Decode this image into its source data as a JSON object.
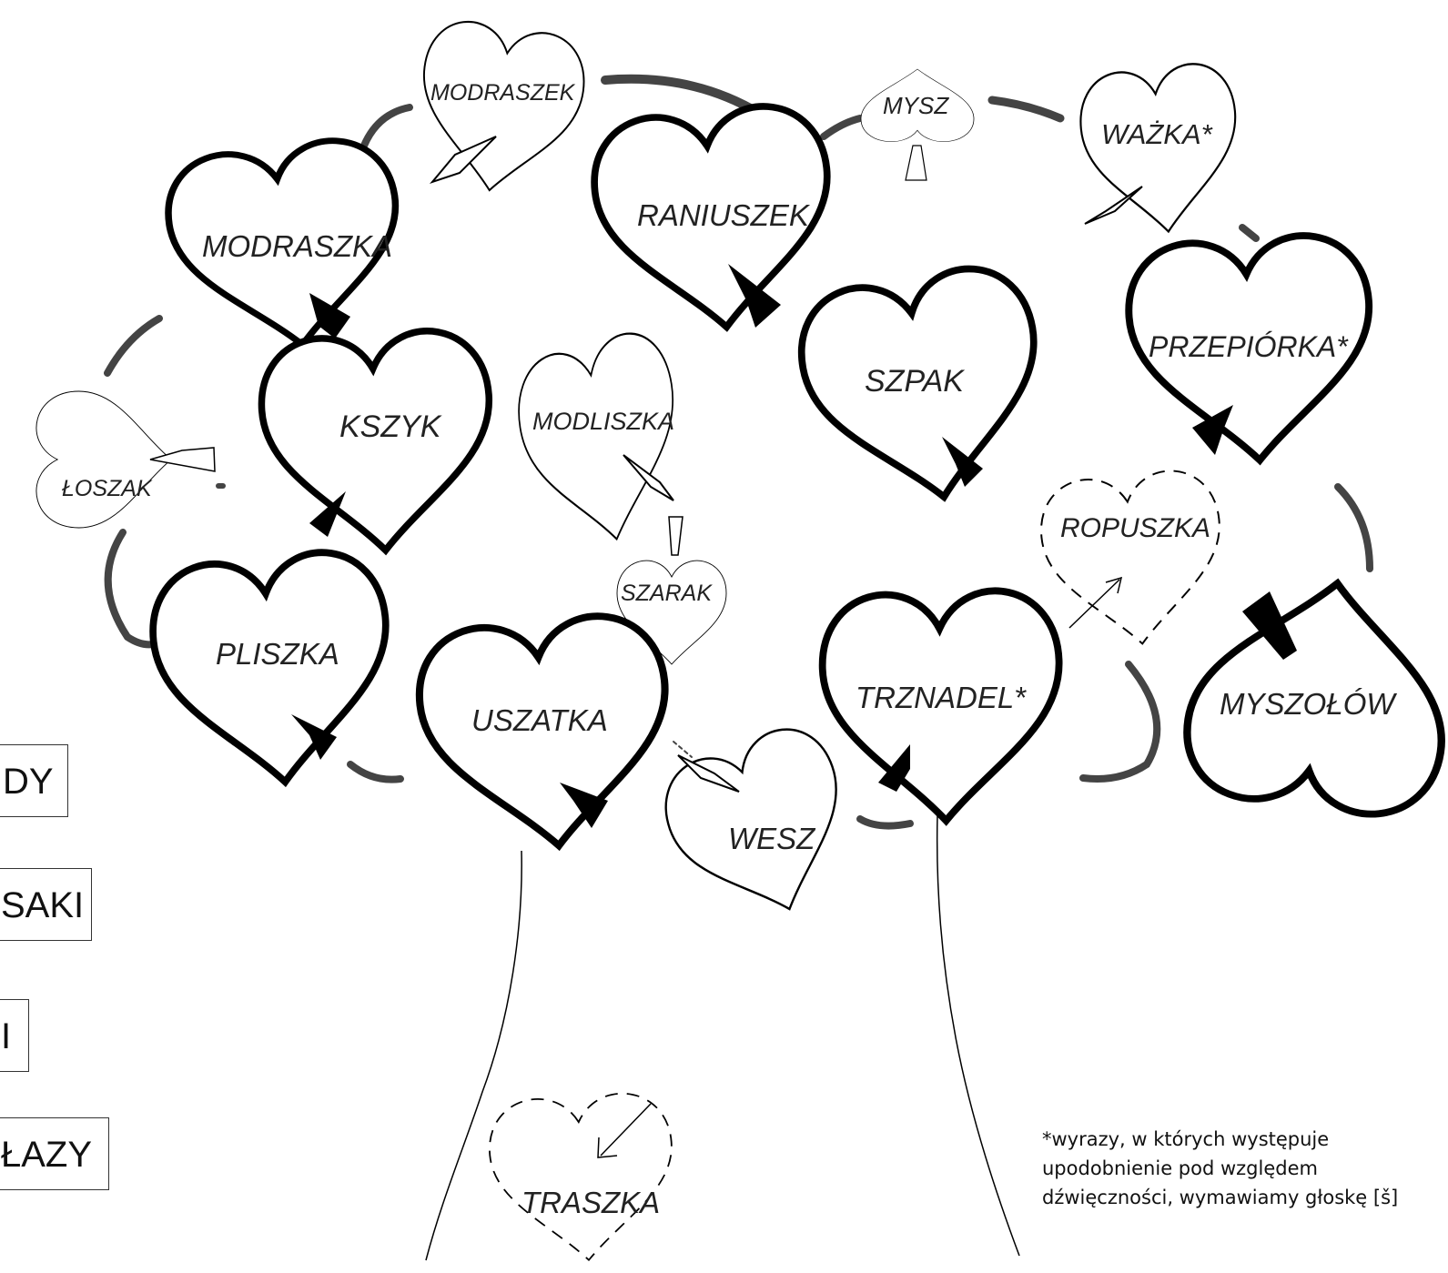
{
  "leaves": [
    {
      "id": "modraszek",
      "text": "MODRASZEK",
      "style": "thin"
    },
    {
      "id": "mysz",
      "text": "MYSZ",
      "style": "thin"
    },
    {
      "id": "wazka",
      "text": "WAŻKA*",
      "style": "thin"
    },
    {
      "id": "modraszka",
      "text": "MODRASZKA",
      "style": "thick"
    },
    {
      "id": "raniuszek",
      "text": "RANIUSZEK",
      "style": "thick"
    },
    {
      "id": "przepiorka",
      "text": "PRZEPIÓRKA*",
      "style": "thick"
    },
    {
      "id": "kszyk",
      "text": "KSZYK",
      "style": "thick"
    },
    {
      "id": "modliszka",
      "text": "MODLISZKA",
      "style": "thin"
    },
    {
      "id": "szpak",
      "text": "SZPAK",
      "style": "thick"
    },
    {
      "id": "loszak",
      "text": "ŁOSZAK",
      "style": "thin"
    },
    {
      "id": "ropuszka",
      "text": "ROPUSZKA",
      "style": "dashed"
    },
    {
      "id": "szarak",
      "text": "SZARAK",
      "style": "thin"
    },
    {
      "id": "pliszka",
      "text": "PLISZKA",
      "style": "thick"
    },
    {
      "id": "uszatka",
      "text": "USZATKA",
      "style": "thick"
    },
    {
      "id": "trznadel",
      "text": "TRZNADEL*",
      "style": "thick"
    },
    {
      "id": "myszolow",
      "text": "MYSZOŁÓW",
      "style": "thick"
    },
    {
      "id": "wesz",
      "text": "WESZ",
      "style": "thin"
    },
    {
      "id": "traszka",
      "text": "TRASZKA",
      "style": "dashed"
    }
  ],
  "legend": [
    {
      "id": "dy",
      "text": "DY"
    },
    {
      "id": "saki",
      "text": "SAKI"
    },
    {
      "id": "i",
      "text": "I"
    },
    {
      "id": "lazy",
      "text": "ŁAZY"
    }
  ],
  "footnote": {
    "line1": "*wyrazy, w których występuje",
    "line2": "upodobnienie pod względem",
    "line3": "dźwięczności, wymawiamy głoskę [š]"
  },
  "colors": {
    "ink": "#000000",
    "arc": "#444444",
    "text": "#222222"
  }
}
